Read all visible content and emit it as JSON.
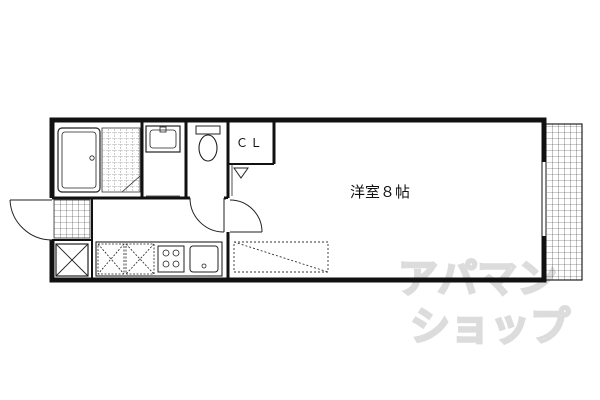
{
  "rooms": {
    "western_room_label": "洋室８帖",
    "closet_label": "ＣＬ"
  },
  "watermark": {
    "line1": "アパマン",
    "line2": "ショップ"
  }
}
